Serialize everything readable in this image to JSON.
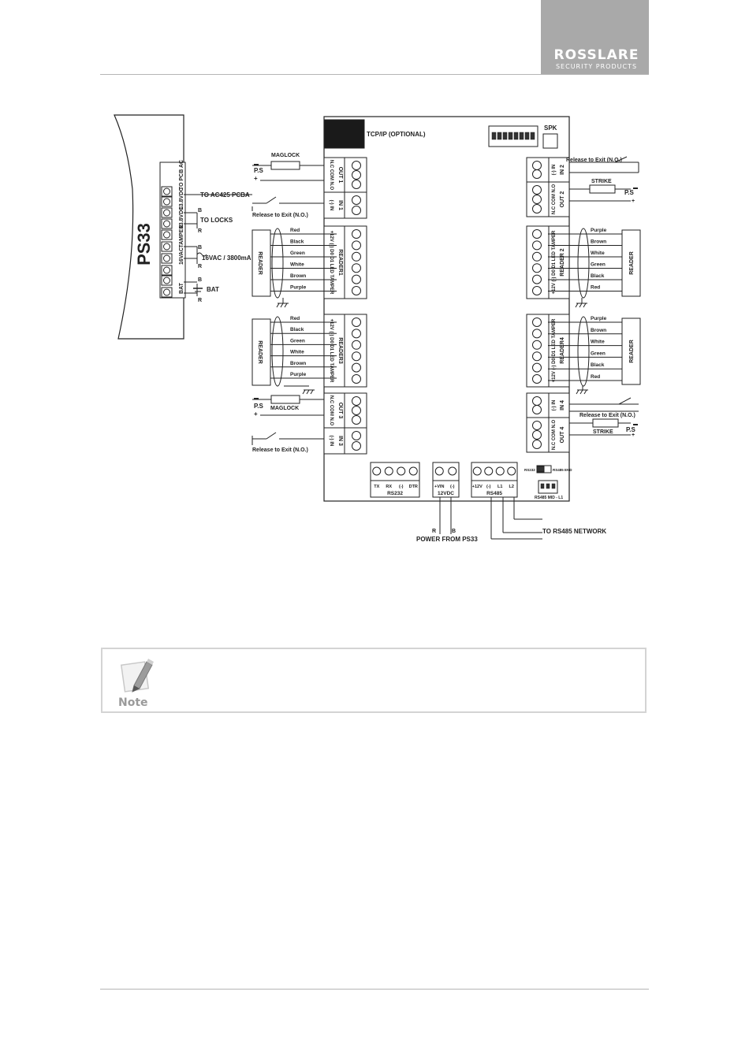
{
  "header": {
    "logo_main": "ROSSLARE",
    "logo_sub": "SECURITY PRODUCTS"
  },
  "diagram": {
    "ps33": {
      "title": "PS33",
      "terminal_labels": [
        "TO PCB AC",
        "13.8VDC",
        "13.8VDC",
        "TAMPER",
        "16VAC",
        "BAT"
      ],
      "outputs": [
        "TO AC425 PCBA",
        "TO LOCKS",
        "16VAC / 3800mA",
        "BAT"
      ],
      "polarity_b": "B",
      "polarity_r": "R"
    },
    "board": {
      "tcp_label": "TCP/IP (OPTIONAL)",
      "dip_label": "SPK",
      "left_blocks": [
        {
          "id": "out1",
          "title": "OUT 1",
          "pins": "N.C COM N.O"
        },
        {
          "id": "in1",
          "title": "IN 1",
          "pins": "(-) IN"
        },
        {
          "id": "reader1",
          "title": "READER1",
          "pins": "+12V (-) D0 D1 LED TAMPER"
        },
        {
          "id": "reader3",
          "title": "READER3",
          "pins": "+12V (-) D0 D1 LED TAMPER"
        },
        {
          "id": "out3",
          "title": "OUT 3",
          "pins": "N.C COM N.O"
        },
        {
          "id": "in3",
          "title": "IN 3",
          "pins": "(-) IN"
        }
      ],
      "right_blocks": [
        {
          "id": "in2",
          "title": "IN 2",
          "pins": "(-) IN"
        },
        {
          "id": "out2",
          "title": "OUT 2",
          "pins": "N.C COM N.O"
        },
        {
          "id": "reader2",
          "title": "READER 2",
          "pins": "+12V (-) D0 D1 LED TAMPER"
        },
        {
          "id": "reader4",
          "title": "READER4",
          "pins": "+12V (-) D0 D1 LED TAMPER"
        },
        {
          "id": "in4",
          "title": "IN 4",
          "pins": "(-) IN"
        },
        {
          "id": "out4",
          "title": "OUT 4",
          "pins": "N.C COM N.O"
        }
      ],
      "bottom_connectors": [
        {
          "id": "rs232",
          "title": "RS232",
          "pins": [
            "TX",
            "RX",
            "(-)",
            "DTR"
          ]
        },
        {
          "id": "vin",
          "title": "12VDC",
          "pins": [
            "+VIN",
            "(-)"
          ]
        },
        {
          "id": "rs485",
          "title": "RS485",
          "pins": [
            "+12V",
            "(-)",
            "L1",
            "L2"
          ]
        }
      ],
      "rs485_end": "RS485 END",
      "rs485_mid": "RS485 MID - L1",
      "rs232_small": "RS232"
    },
    "wire_colors_a": [
      "Red",
      "Black",
      "Green",
      "White",
      "Brown",
      "Purple"
    ],
    "wire_colors_b": [
      "Purple",
      "Brown",
      "White",
      "Green",
      "Black",
      "Red"
    ],
    "reader_label": "READER",
    "maglock_label": "MAGLOCK",
    "strike_label": "STRIKE",
    "ps_label": "P.S",
    "release_label": "Release to Exit (N.O.)",
    "power_label": "POWER FROM PS33",
    "network_label": "TO RS485 NETWORK",
    "power_r": "R",
    "power_b": "B"
  },
  "note": {
    "label": "Note"
  }
}
